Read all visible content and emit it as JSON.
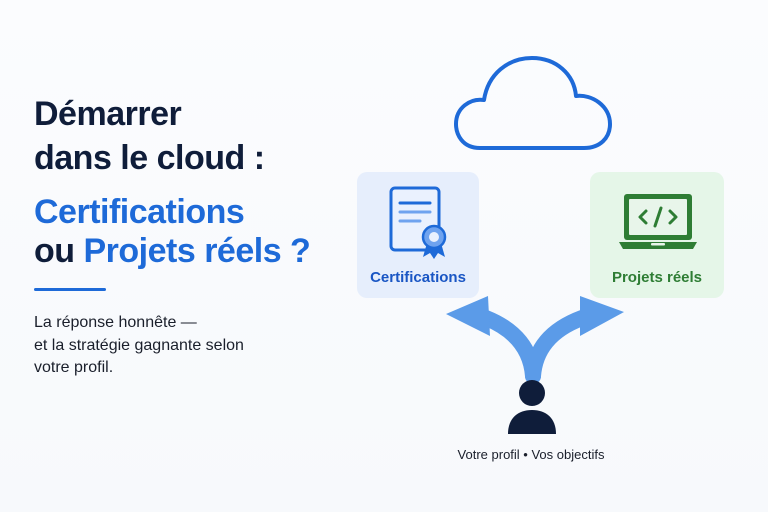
{
  "heading": {
    "line1": "Démarrer",
    "line2": "dans le cloud :",
    "line3": "Certifications",
    "line4_prefix": "ou ",
    "line4_highlight": "Projets réels ?"
  },
  "subtitle": {
    "line1": "La réponse honnête —",
    "line2": "et la stratégie gagnante selon",
    "line3": "votre profil."
  },
  "cards": {
    "certifications": {
      "label": "Certifications",
      "icon": "certificate-icon"
    },
    "projects": {
      "label": "Projets réels",
      "icon": "laptop-code-icon"
    }
  },
  "caption": "Votre profil • Vos objectifs",
  "colors": {
    "navy": "#0f1d3a",
    "accent_blue": "#1e6ad8",
    "arrow_blue": "#5b9be8",
    "cert_card_bg": "#e6eefc",
    "project_card_bg": "#e5f6e8",
    "green": "#2e7d34"
  }
}
